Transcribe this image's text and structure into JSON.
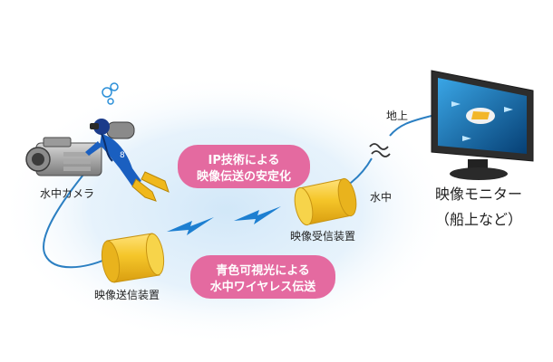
{
  "labels": {
    "camera": "水中カメラ",
    "transmitter": "映像送信装置",
    "receiver": "映像受信装置",
    "underwater": "水中",
    "ground": "地上",
    "monitor_line1": "映像モニター",
    "monitor_line2": "（船上など）"
  },
  "callouts": {
    "ip": {
      "line1": "IP技術による",
      "line2": "映像伝送の安定化"
    },
    "light": {
      "line1": "青色可視光による",
      "line2": "水中ワイヤレス伝送"
    }
  },
  "colors": {
    "water_glow": "#cfe6f8",
    "cable": "#2b7fc2",
    "device_fill": "#f3c62f",
    "device_edge": "#c89412",
    "pill": "#e46aa0",
    "bolt": "#1d7fd1",
    "monitor_frame": "#2d2d2d",
    "screen": "#0a5f9a"
  },
  "icons": {
    "diver": "scuba-diver-icon",
    "camera": "underwater-camera-icon",
    "monitor": "monitor-icon",
    "bolt": "lightning-bolt-icon",
    "break": "wave-break-icon"
  }
}
